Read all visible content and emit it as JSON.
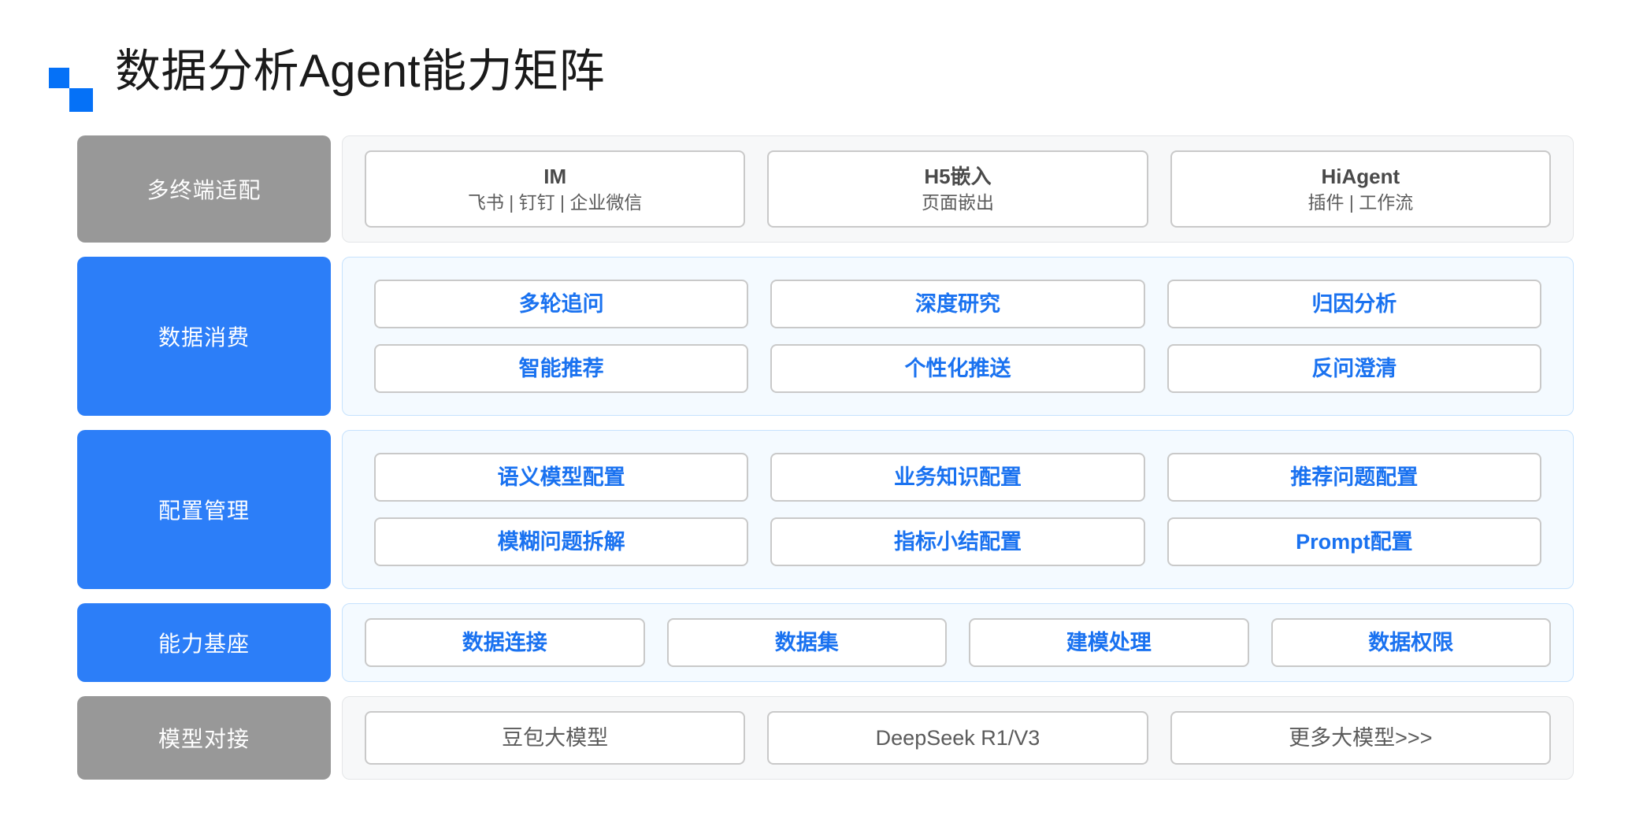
{
  "header": {
    "title": "数据分析Agent能力矩阵",
    "logo_icon": "two-blue-squares-logo-icon",
    "accent_color": "#0571f7"
  },
  "colors": {
    "blue_label_bg": "#2c7ef8",
    "gray_label_bg": "#989898",
    "blue_panel_bg": "#f4faff",
    "blue_panel_border": "#c6e2fd",
    "gray_panel_bg": "#f7f8f9",
    "gray_panel_border": "#e4e6e8",
    "card_border": "#c9c9c9",
    "card_text_blue": "#1a72f0",
    "card_text_gray": "#5b5b5b"
  },
  "rows": [
    {
      "label": "多终端适配",
      "label_style": "gray",
      "panel_style": "gray",
      "layout": "single",
      "cards": [
        {
          "title": "IM",
          "sub": "飞书 | 钉钉 | 企业微信"
        },
        {
          "title": "H5嵌入",
          "sub": "页面嵌出"
        },
        {
          "title": "HiAgent",
          "sub": "插件 | 工作流"
        }
      ]
    },
    {
      "label": "数据消费",
      "label_style": "blue",
      "panel_style": "blue",
      "layout": "stacked",
      "lines": [
        [
          "多轮追问",
          "深度研究",
          "归因分析"
        ],
        [
          "智能推荐",
          "个性化推送",
          "反问澄清"
        ]
      ]
    },
    {
      "label": "配置管理",
      "label_style": "blue",
      "panel_style": "blue",
      "layout": "stacked",
      "lines": [
        [
          "语义模型配置",
          "业务知识配置",
          "推荐问题配置"
        ],
        [
          "模糊问题拆解",
          "指标小结配置",
          "Prompt配置"
        ]
      ]
    },
    {
      "label": "能力基座",
      "label_style": "blue",
      "panel_style": "blue",
      "layout": "single-blue",
      "cards": [
        {
          "title": "数据连接"
        },
        {
          "title": "数据集"
        },
        {
          "title": "建模处理"
        },
        {
          "title": "数据权限"
        }
      ]
    },
    {
      "label": "模型对接",
      "label_style": "gray",
      "panel_style": "gray",
      "layout": "single-gray",
      "cards": [
        {
          "title": "豆包大模型"
        },
        {
          "title": "DeepSeek R1/V3"
        },
        {
          "title": "更多大模型>>>"
        }
      ]
    }
  ]
}
